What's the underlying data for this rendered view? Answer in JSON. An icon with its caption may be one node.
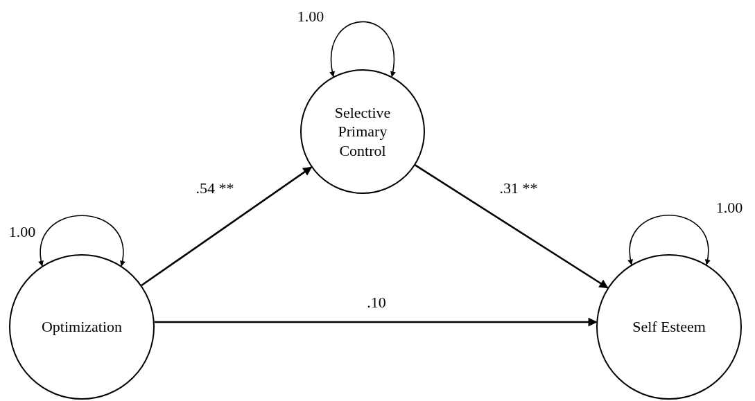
{
  "diagram": {
    "nodes": [
      {
        "text": [
          "Selective Primary Control"
        ]
      },
      {
        "text": [
          "Optimization"
        ]
      },
      {
        "text": [
          "Self Esteem"
        ]
      }
    ],
    "edges": [
      {
        "from": 0,
        "to": 0,
        "arrow": "both",
        "label": "1.00"
      },
      {
        "from": 1,
        "to": 0,
        "arrow": "to",
        "label": ".54 **"
      },
      {
        "from": 0,
        "to": 2,
        "arrow": "to",
        "label": ".31 **"
      },
      {
        "from": 1,
        "to": 1,
        "arrow": "both",
        "label": "1.00"
      },
      {
        "from": 2,
        "to": 2,
        "arrow": "both",
        "label": "1.00"
      },
      {
        "from": 1,
        "to": 2,
        "arrow": "to",
        "label": ".10"
      }
    ]
  }
}
